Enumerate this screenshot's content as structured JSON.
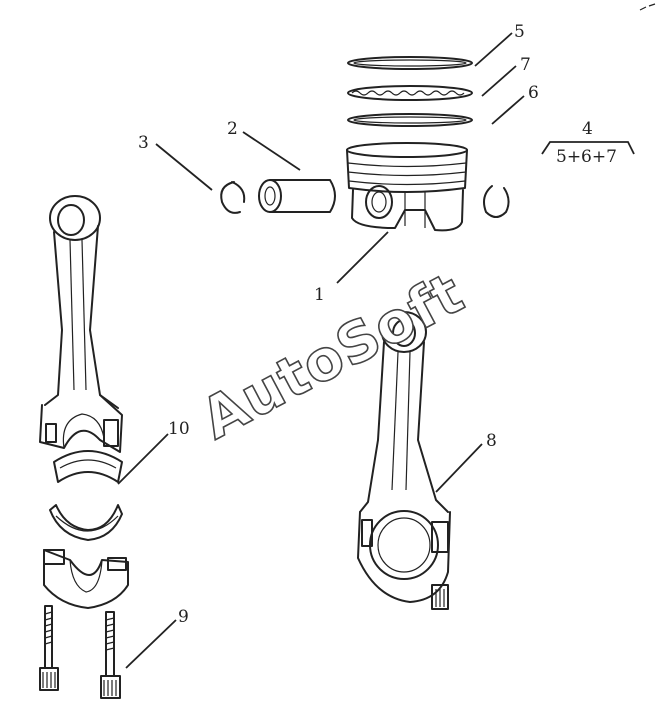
{
  "callouts": [
    {
      "id": "1",
      "text": "1"
    },
    {
      "id": "2",
      "text": "2"
    },
    {
      "id": "3",
      "text": "3"
    },
    {
      "id": "4",
      "text": "4"
    },
    {
      "id": "4sub",
      "text": "5+6+7"
    },
    {
      "id": "5",
      "text": "5"
    },
    {
      "id": "6",
      "text": "6"
    },
    {
      "id": "7",
      "text": "7"
    },
    {
      "id": "8",
      "text": "8"
    },
    {
      "id": "9",
      "text": "9"
    },
    {
      "id": "10",
      "text": "10"
    }
  ],
  "watermark": "AutoSoft",
  "colors": {
    "ink": "#222222",
    "background": "#ffffff"
  }
}
